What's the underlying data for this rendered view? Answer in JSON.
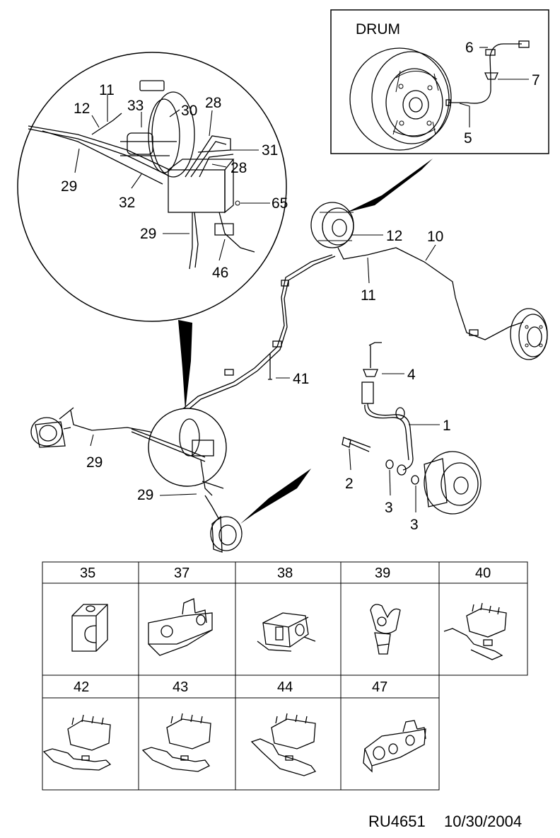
{
  "inset_drum": {
    "title": "DRUM",
    "labels": [
      "6",
      "7",
      "5"
    ]
  },
  "inset_circle": {
    "labels": [
      "11",
      "12",
      "33",
      "30",
      "28",
      "31",
      "28",
      "29",
      "32",
      "65",
      "29",
      "46"
    ]
  },
  "main_labels": [
    "12",
    "10",
    "11",
    "41",
    "4",
    "1",
    "29",
    "29",
    "2",
    "3",
    "3"
  ],
  "clips_table": {
    "row1": [
      "35",
      "37",
      "38",
      "39",
      "40"
    ],
    "row2": [
      "42",
      "43",
      "44",
      "47"
    ]
  },
  "footer": {
    "code": "RU4651",
    "date": "10/30/2004"
  }
}
